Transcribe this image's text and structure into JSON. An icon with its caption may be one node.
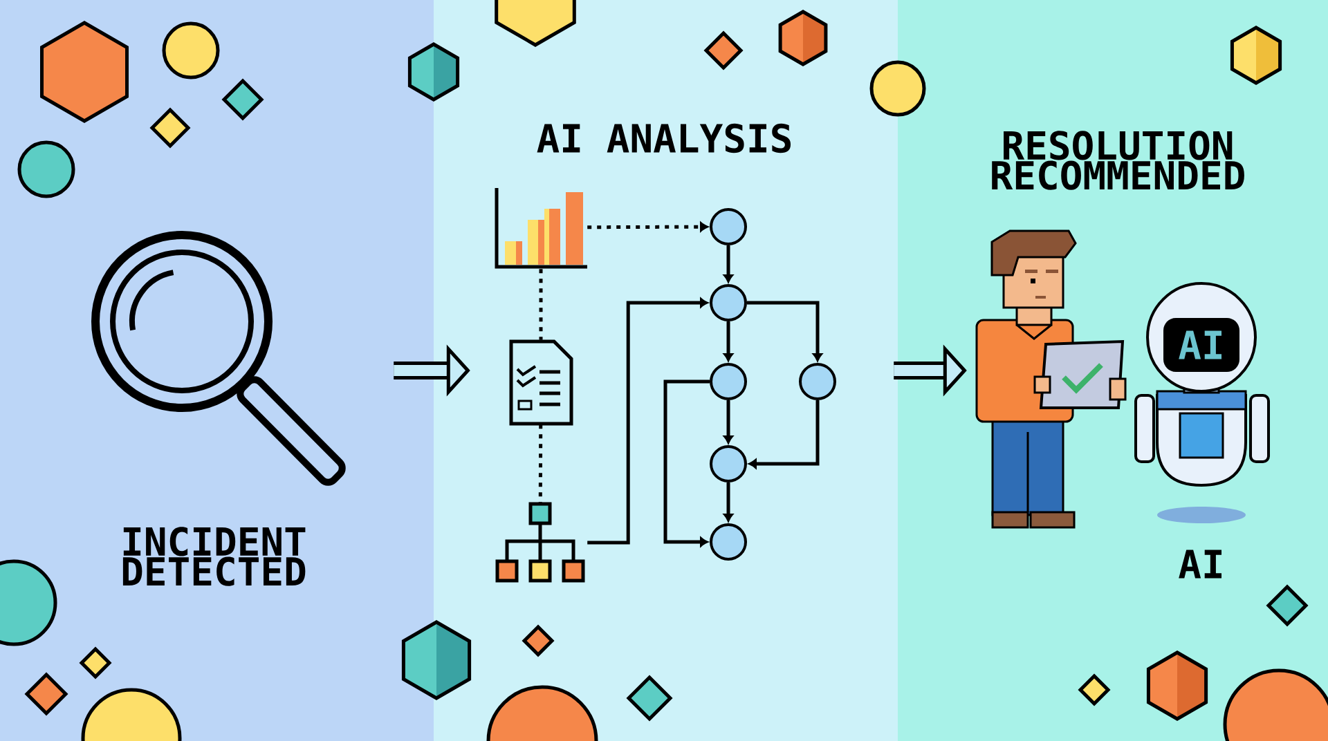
{
  "diagram": {
    "nodes": [
      {
        "text": [
          "INCIDENT DETECTED"
        ]
      },
      {
        "text": [
          "AI ANALYSIS"
        ]
      },
      {
        "text": [
          "RESOLUTION RECOMMENDED"
        ]
      },
      {
        "text": [],
        "shape": "picture",
        "in": 1
      },
      {
        "text": [],
        "shape": "picture",
        "in": 1
      },
      {
        "text": [],
        "shape": "picture",
        "in": 1
      },
      {
        "text": [],
        "shape": "circle",
        "in": 1
      },
      {
        "text": [],
        "shape": "circle",
        "in": 1
      },
      {
        "text": [],
        "shape": "circle",
        "in": 1
      },
      {
        "text": [],
        "shape": "circle",
        "in": 1
      },
      {
        "text": [],
        "shape": "circle",
        "in": 1
      },
      {
        "text": [],
        "shape": "circle",
        "in": 1
      }
    ],
    "edges": [
      {
        "from": 0,
        "to": 1,
        "arrow": "to",
        "style": "thick"
      },
      {
        "from": 1,
        "to": 2,
        "arrow": "to",
        "style": "thick"
      },
      {
        "from": 3,
        "to": 6,
        "arrow": "to",
        "style": "dashed"
      },
      {
        "from": 3,
        "to": 4,
        "arrow": "none",
        "style": "dashed"
      },
      {
        "from": 4,
        "to": 5,
        "arrow": "none",
        "style": "dashed"
      },
      {
        "from": 5,
        "to": 7,
        "arrow": "to"
      },
      {
        "from": 6,
        "to": 7,
        "arrow": "to"
      },
      {
        "from": 7,
        "to": 8,
        "arrow": "to"
      },
      {
        "from": 7,
        "to": 9,
        "arrow": "to"
      },
      {
        "from": 8,
        "to": 10,
        "arrow": "to"
      },
      {
        "from": 9,
        "to": 10,
        "arrow": "to"
      },
      {
        "from": 8,
        "to": 11,
        "arrow": "to"
      },
      {
        "from": 10,
        "to": 11,
        "arrow": "to"
      }
    ],
    "labels": [
      "AI",
      "AI"
    ]
  }
}
